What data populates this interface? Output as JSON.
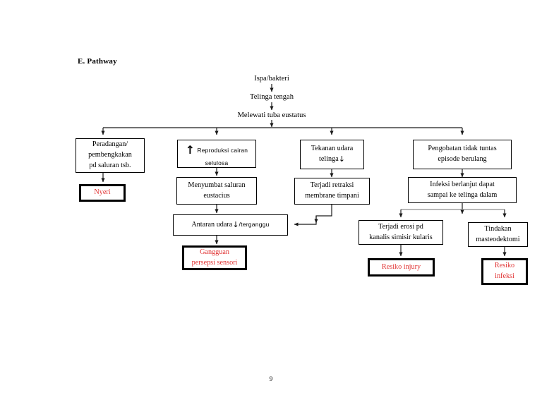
{
  "document": {
    "section_heading": "E. Pathway",
    "page_number": "9"
  },
  "colors": {
    "diagnosis_text": "#e03131",
    "box_border": "#000000",
    "connector": "#1a1a1a",
    "connector_light": "#8f8f8f",
    "background": "#ffffff"
  },
  "chain": {
    "nodes": [
      {
        "id": "ispa",
        "label": "Ispa/bakteri"
      },
      {
        "id": "telinga_tengah",
        "label": "Telinga tengah"
      },
      {
        "id": "melewati",
        "label": "Melewati tuba eustatus"
      }
    ]
  },
  "columns": [
    {
      "id": "col-1",
      "boxes": [
        {
          "id": "peradangan",
          "lines": [
            "Peradangan/",
            "pembengkakan",
            "pd saluran tsb."
          ],
          "style": "normal"
        },
        {
          "id": "nyeri",
          "lines": [
            "Nyeri"
          ],
          "style": "diagnosis"
        }
      ]
    },
    {
      "id": "col-2",
      "boxes": [
        {
          "id": "reproduksi",
          "lines": [
            "Reproduksi cairan",
            "selulosa"
          ],
          "arrow_glyph": "up",
          "style": "sans"
        },
        {
          "id": "menyumbat",
          "lines": [
            "Menyumbat saluran",
            "eustacius"
          ],
          "style": "normal"
        },
        {
          "id": "antaran",
          "lines": [
            "Antaran udara",
            "/ terganggu"
          ],
          "arrow_glyph": "down",
          "style": "inline-arrow"
        },
        {
          "id": "gangguan",
          "lines": [
            "Gangguan",
            "persepsi sensori"
          ],
          "style": "diagnosis"
        }
      ]
    },
    {
      "id": "col-3",
      "boxes": [
        {
          "id": "tekanan",
          "lines": [
            "Tekanan udara",
            "telinga"
          ],
          "arrow_glyph": "down",
          "style": "trailing-arrow"
        },
        {
          "id": "retraksi",
          "lines": [
            "Terjadi retraksi",
            "membrane timpani"
          ],
          "style": "normal"
        }
      ]
    },
    {
      "id": "col-4",
      "boxes": [
        {
          "id": "pengobatan",
          "lines": [
            "Pengobatan tidak tuntas",
            "episode berulang"
          ],
          "style": "normal"
        },
        {
          "id": "infeksi",
          "lines": [
            "Infeksi berlanjut dapat",
            "sampai ke telinga dalam"
          ],
          "style": "normal"
        },
        {
          "id": "erosi",
          "lines": [
            "Terjadi erosi pd",
            "kanalis simisir kularis"
          ],
          "style": "normal"
        },
        {
          "id": "tindakan",
          "lines": [
            "Tindakan",
            "masteodektomi"
          ],
          "style": "normal"
        },
        {
          "id": "resiko_injury",
          "lines": [
            "Resiko injury"
          ],
          "style": "diagnosis"
        },
        {
          "id": "resiko_infeksi",
          "lines": [
            "Resiko",
            "infeksi"
          ],
          "style": "diagnosis"
        }
      ]
    }
  ],
  "glyphs": {
    "arrow_up": "↑",
    "arrow_down": "↓",
    "slash_separator": "/",
    "terganggu": "terganggu"
  },
  "labels": {
    "t_ispa": "Ispa/bakteri",
    "t_telinga_tengah": "Telinga tengah",
    "t_melewati": "Melewati tuba eustatus",
    "b_peradangan_1": "Peradangan/",
    "b_peradangan_2": "pembengkakan",
    "b_peradangan_3": "pd saluran tsb.",
    "b_nyeri": "Nyeri",
    "b_reproduksi_1": "Reproduksi cairan",
    "b_reproduksi_2": "selulosa",
    "b_menyumbat_1": "Menyumbat saluran",
    "b_menyumbat_2": "eustacius",
    "b_antaran_1": "Antaran udara",
    "b_antaran_2": "terganggu",
    "b_gangguan_1": "Gangguan",
    "b_gangguan_2": "persepsi sensori",
    "b_tekanan_1": "Tekanan udara",
    "b_tekanan_2": "telinga",
    "b_retraksi_1": "Terjadi retraksi",
    "b_retraksi_2": "membrane timpani",
    "b_pengobatan_1": "Pengobatan tidak tuntas",
    "b_pengobatan_2": "episode berulang",
    "b_infeksi_1": "Infeksi berlanjut dapat",
    "b_infeksi_2": "sampai ke telinga dalam",
    "b_erosi_1": "Terjadi erosi pd",
    "b_erosi_2": "kanalis simisir kularis",
    "b_tindakan_1": "Tindakan",
    "b_tindakan_2": "masteodektomi",
    "b_resiko_injury": "Resiko injury",
    "b_resiko_infeksi_1": "Resiko",
    "b_resiko_infeksi_2": "infeksi"
  }
}
